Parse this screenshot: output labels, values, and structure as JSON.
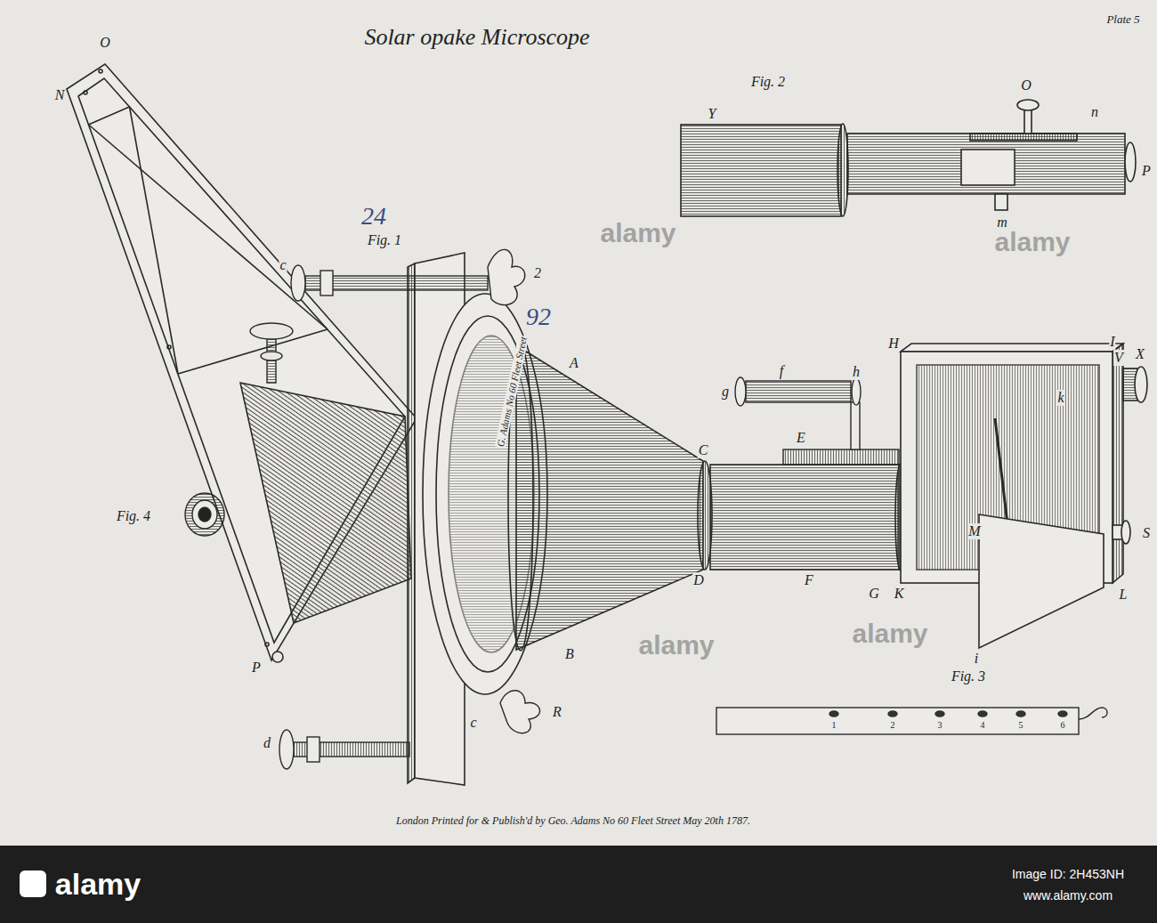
{
  "diagram": {
    "title": "Solar opake Microscope",
    "caption": "London Printed for & Publish'd by Geo. Adams No 60 Fleet Street May 20th 1787.",
    "labels": [
      "Plate 5",
      "O",
      "N",
      "Fig. 2",
      "O",
      "n",
      "Y",
      "P",
      "m",
      "24",
      "Fig. 1",
      "c",
      "2",
      "92",
      "H",
      "I",
      "V",
      "X",
      "g",
      "f",
      "h",
      "k",
      "G. Adams No 60 Fleet Street",
      "A",
      "C",
      "E",
      "Fig. 4",
      "M",
      "S",
      "D",
      "F",
      "G",
      "K",
      "L",
      "B",
      "R",
      "i",
      "c",
      "P",
      "Fig. 3",
      "1",
      "2",
      "3",
      "4",
      "5",
      "6",
      "d",
      "alamy",
      "alamy",
      "alamy",
      "alamy",
      "alamy",
      "Image ID: 2H453NH",
      "www.alamy.com"
    ]
  }
}
